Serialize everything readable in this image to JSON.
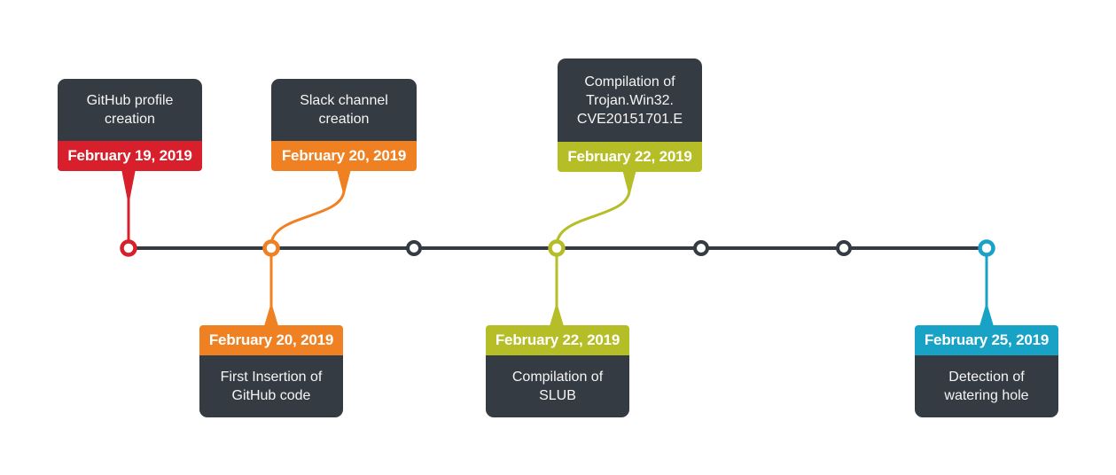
{
  "palette": {
    "red": "#d7202b",
    "orange": "#f08123",
    "green": "#b5bd27",
    "blue": "#18a2c5",
    "dark": "#353b42",
    "background": "#ffffff"
  },
  "timeline": {
    "events": [
      {
        "title": "GitHub profile\ncreation",
        "date": "February 19, 2019",
        "color": "#d7202b",
        "color_name": "red",
        "side": "above",
        "connector": "straight"
      },
      {
        "title": "Slack channel\ncreation",
        "date": "February 20, 2019",
        "color": "#f08123",
        "color_name": "orange",
        "side": "above",
        "connector": "curved"
      },
      {
        "title": "Compilation of\nTrojan.Win32.\nCVE20151701.E",
        "date": "February 22, 2019",
        "color": "#b5bd27",
        "color_name": "green",
        "side": "above",
        "connector": "curved"
      },
      {
        "title": "First Insertion of\nGitHub code",
        "date": "February 20, 2019",
        "color": "#f08123",
        "color_name": "orange",
        "side": "below",
        "connector": "straight"
      },
      {
        "title": "Compilation of\nSLUB",
        "date": "February 22, 2019",
        "color": "#b5bd27",
        "color_name": "green",
        "side": "below",
        "connector": "straight"
      },
      {
        "title": "Detection of\nwatering hole",
        "date": "February 25, 2019",
        "color": "#18a2c5",
        "color_name": "blue",
        "side": "below",
        "connector": "straight"
      }
    ],
    "unlabeled_node_count": 3
  }
}
